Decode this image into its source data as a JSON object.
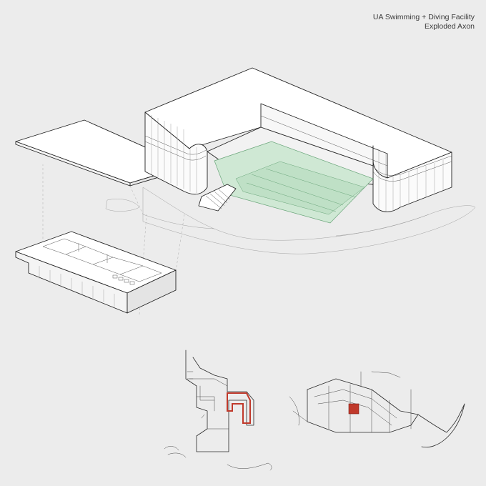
{
  "title": {
    "line1": "UA Swimming + Diving Facility",
    "line2": "Exploded Axon"
  },
  "colors": {
    "background": "#ececec",
    "pool_fill": "#cfe8d4",
    "pool_stroke": "#6aa57a",
    "sketch_red": "#c0392b"
  },
  "figures": [
    {
      "name": "exploded-axon-main-building"
    },
    {
      "name": "exploded-axon-canopy"
    },
    {
      "name": "exploded-axon-lower-level"
    },
    {
      "name": "plan-sketch"
    },
    {
      "name": "section-perspective-sketch"
    }
  ]
}
